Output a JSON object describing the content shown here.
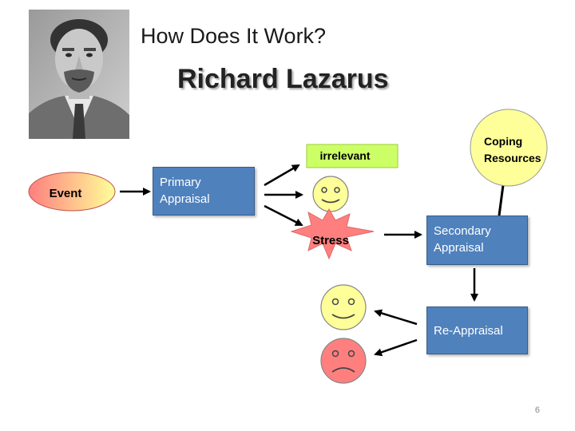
{
  "slide": {
    "title": "How Does It Work?",
    "subtitle": "Richard Lazarus",
    "page_number": "6"
  },
  "nodes": {
    "event": "Event",
    "primary_appraisal": "Primary Appraisal",
    "irrelevant": "irrelevant",
    "stress": "Stress",
    "secondary_appraisal": "Secondary Appraisal",
    "coping_resources": [
      "Coping",
      "Resources"
    ],
    "reappraisal": "Re-Appraisal"
  },
  "colors": {
    "box_fill": "#4f81bd",
    "irrelevant_fill": "#ccff66",
    "coping_fill": "#ffff99",
    "happy_face": "#ffff99",
    "sad_face": "#ff7f7f",
    "stress_fill": "#ff7f7f"
  }
}
